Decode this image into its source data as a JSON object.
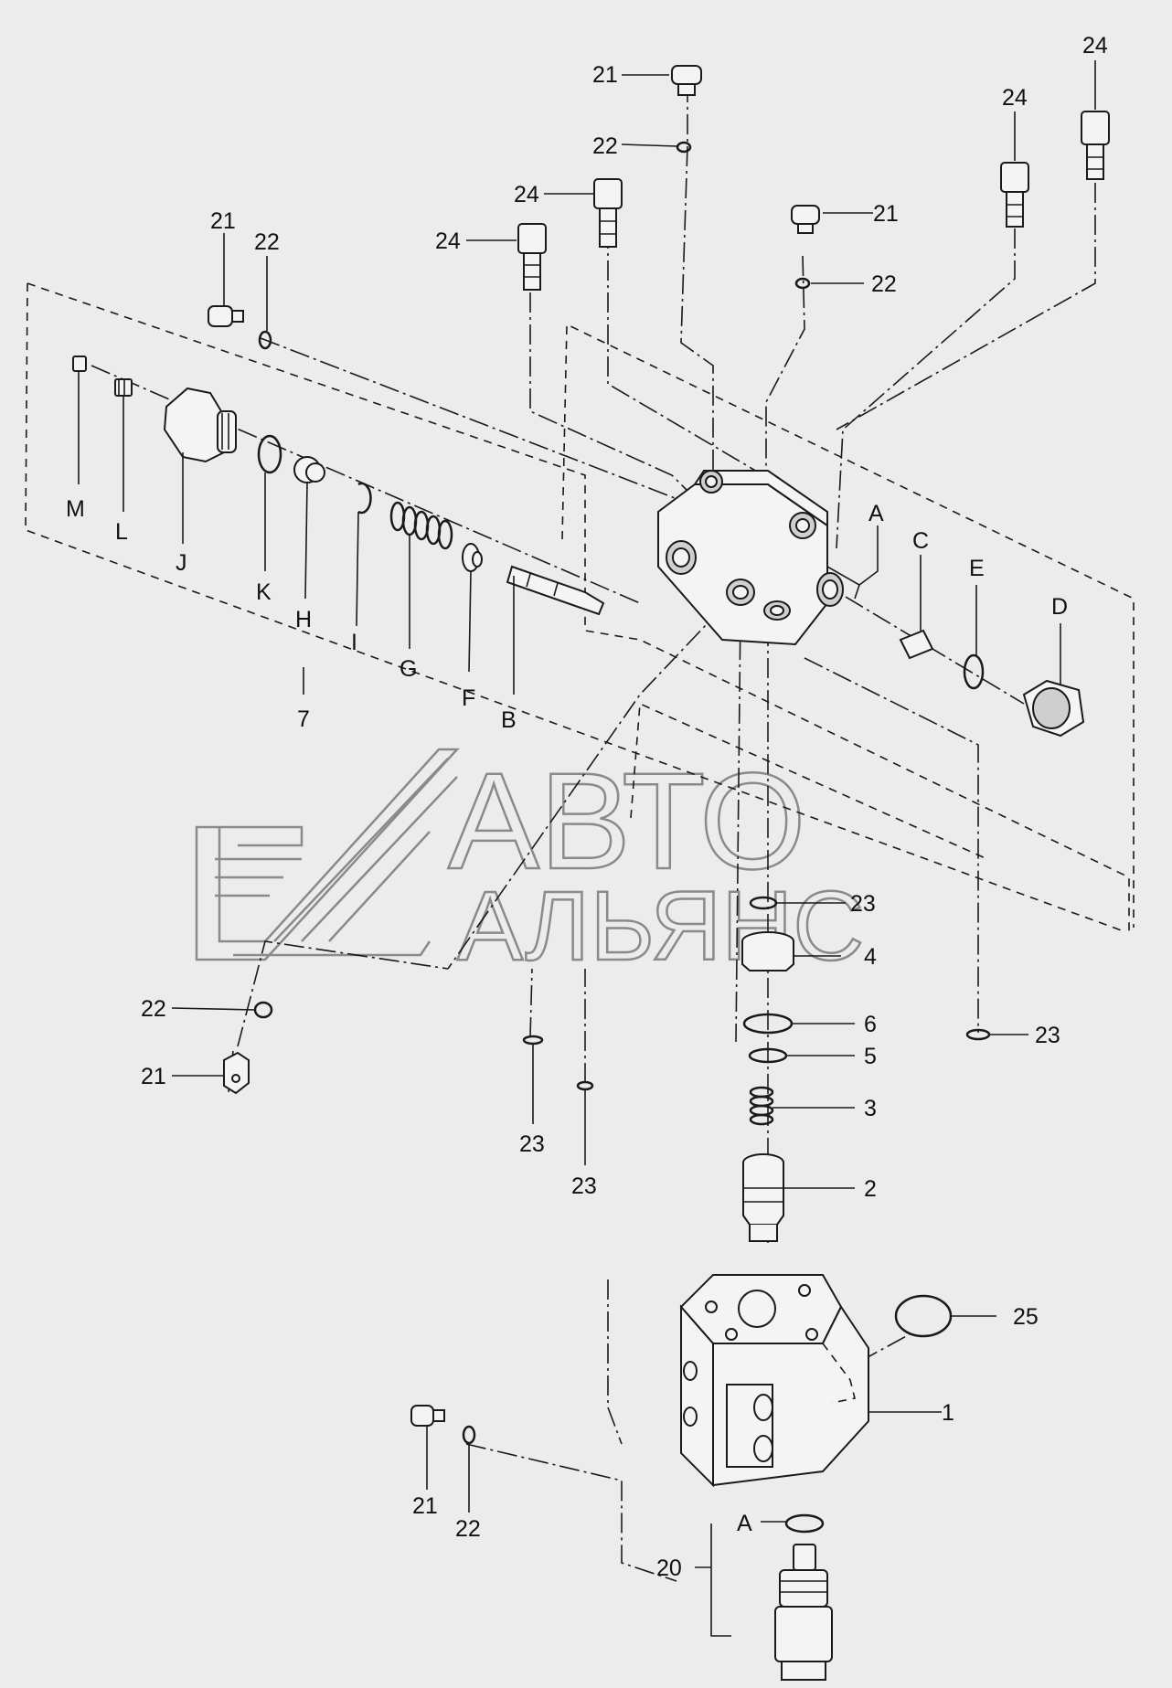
{
  "watermark": {
    "line1": "АВТО",
    "line2": "АЛЬЯНС"
  },
  "labels": [
    {
      "id": "l21a",
      "text": "21"
    },
    {
      "id": "l22a",
      "text": "22"
    },
    {
      "id": "l24a",
      "text": "24"
    },
    {
      "id": "l24b",
      "text": "24"
    },
    {
      "id": "l24c",
      "text": "24"
    },
    {
      "id": "l24d",
      "text": "24"
    },
    {
      "id": "l21b",
      "text": "21"
    },
    {
      "id": "l22b",
      "text": "22"
    },
    {
      "id": "l21c",
      "text": "21"
    },
    {
      "id": "l22c",
      "text": "22"
    },
    {
      "id": "lM",
      "text": "M"
    },
    {
      "id": "lL",
      "text": "L"
    },
    {
      "id": "lJ",
      "text": "J"
    },
    {
      "id": "lK",
      "text": "K"
    },
    {
      "id": "lH",
      "text": "H"
    },
    {
      "id": "lI",
      "text": "I"
    },
    {
      "id": "lG",
      "text": "G"
    },
    {
      "id": "lF",
      "text": "F"
    },
    {
      "id": "lB",
      "text": "B"
    },
    {
      "id": "l7",
      "text": "7"
    },
    {
      "id": "lA",
      "text": "A"
    },
    {
      "id": "lC",
      "text": "C"
    },
    {
      "id": "lE",
      "text": "E"
    },
    {
      "id": "lD",
      "text": "D"
    },
    {
      "id": "l23a",
      "text": "23"
    },
    {
      "id": "l4",
      "text": "4"
    },
    {
      "id": "l6",
      "text": "6"
    },
    {
      "id": "l5",
      "text": "5"
    },
    {
      "id": "l3",
      "text": "3"
    },
    {
      "id": "l2",
      "text": "2"
    },
    {
      "id": "l23b",
      "text": "23"
    },
    {
      "id": "l23c",
      "text": "23"
    },
    {
      "id": "l23d",
      "text": "23"
    },
    {
      "id": "l22d",
      "text": "22"
    },
    {
      "id": "l21d",
      "text": "21"
    },
    {
      "id": "l25",
      "text": "25"
    },
    {
      "id": "l1",
      "text": "1"
    },
    {
      "id": "l21e",
      "text": "21"
    },
    {
      "id": "l22e",
      "text": "22"
    },
    {
      "id": "lA2",
      "text": "A"
    },
    {
      "id": "l20",
      "text": "20"
    }
  ]
}
